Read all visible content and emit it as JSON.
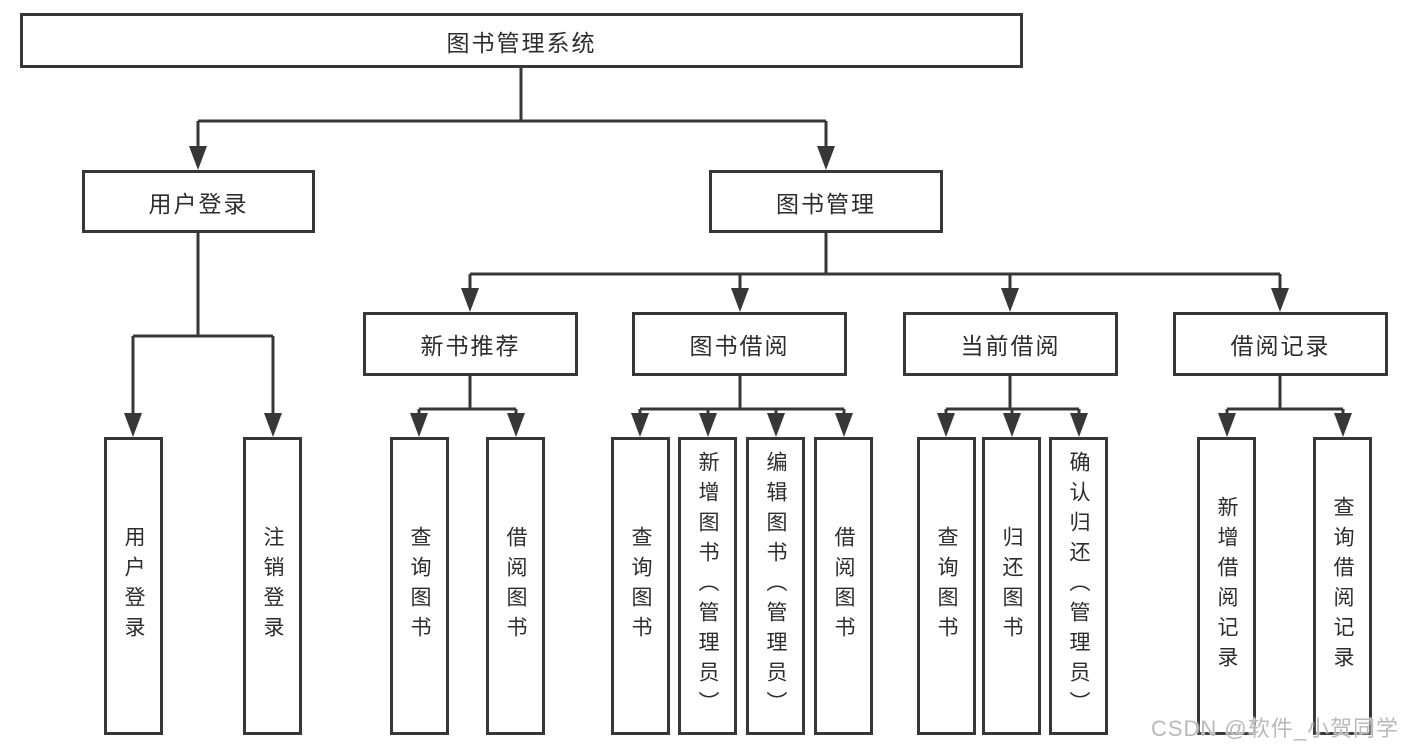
{
  "tree": {
    "root": "图书管理系统",
    "children": [
      {
        "label": "用户登录",
        "leaves": [
          "用户登录",
          "注销登录"
        ]
      },
      {
        "label": "图书管理",
        "children": [
          {
            "label": "新书推荐",
            "leaves": [
              "查询图书",
              "借阅图书"
            ]
          },
          {
            "label": "图书借阅",
            "leaves": [
              "查询图书",
              "新增图书（管理员）",
              "编辑图书（管理员）",
              "借阅图书"
            ]
          },
          {
            "label": "当前借阅",
            "leaves": [
              "查询图书",
              "归还图书",
              "确认归还（管理员）"
            ]
          },
          {
            "label": "借阅记录",
            "leaves": [
              "新增借阅记录",
              "查询借阅记录"
            ]
          }
        ]
      }
    ]
  },
  "watermark": "CSDN @软件_小贺同学",
  "colors": {
    "line": "#373737",
    "box_border": "#373737",
    "box_background": "#ffffff",
    "text": "#2d2d2d",
    "watermark": "#b9b9b9"
  }
}
